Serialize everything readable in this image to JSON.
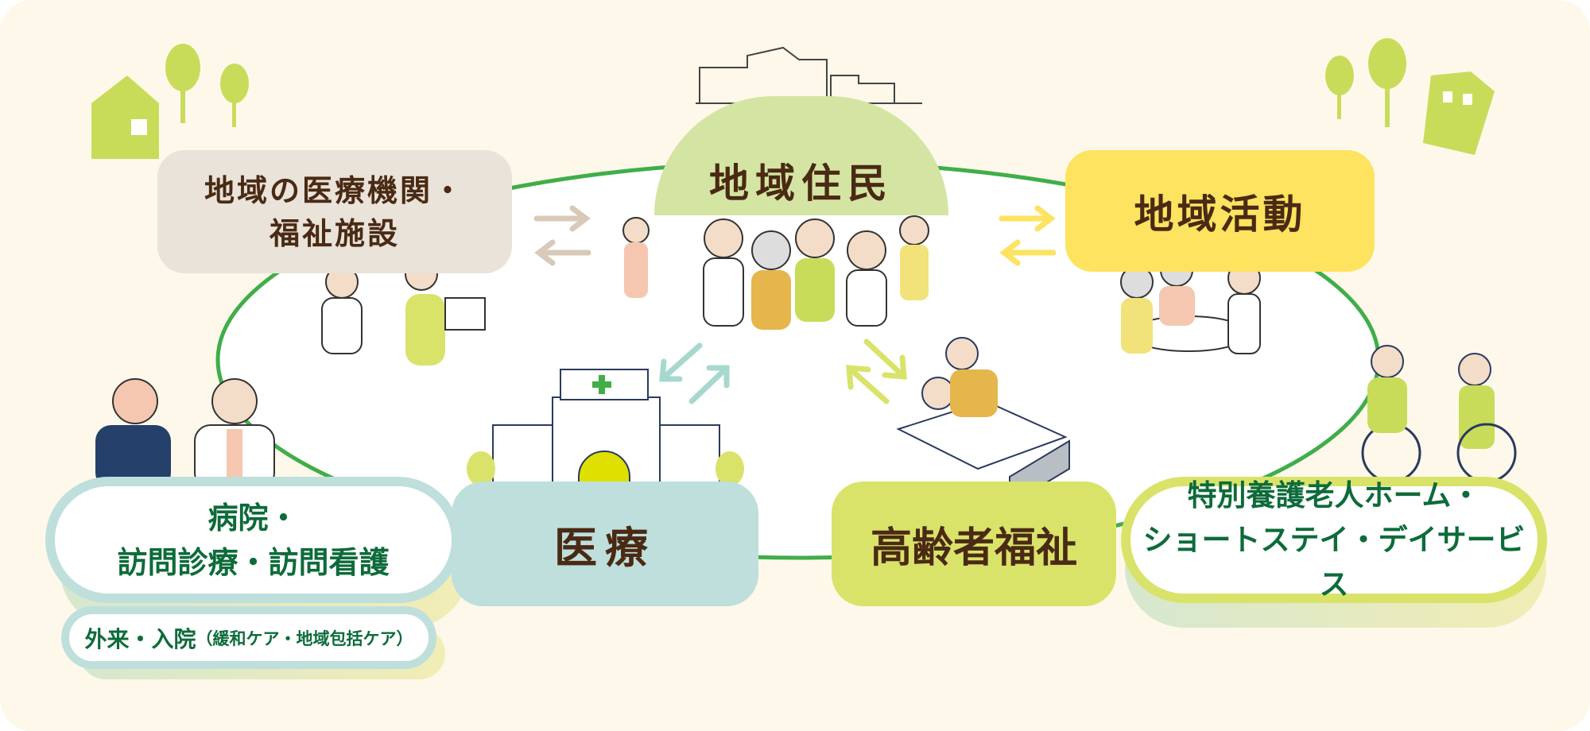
{
  "nodes": {
    "facilities": {
      "line1": "地域の医療機関・",
      "line2": "福祉施設"
    },
    "residents": {
      "label": "地域住民"
    },
    "activities": {
      "label": "地域活動"
    },
    "medical": {
      "label": "医療"
    },
    "elderly_welfare": {
      "label": "高齢者福祉"
    }
  },
  "details": {
    "hospital": {
      "line1": "病院・",
      "line2": "訪問診療・訪問看護"
    },
    "outpatient": {
      "main": "外来・入院",
      "sub": "（緩和ケア・地域包括ケア）"
    },
    "nursing_home": {
      "line1": "特別養護老人ホーム・",
      "line2": "ショートステイ・デイサービス"
    }
  },
  "colors": {
    "background": "#fef8ea",
    "ring": "#3fae49",
    "facilities": "#e9e3d9",
    "residents": "#d4e5a3",
    "activities": "#fde35f",
    "medical": "#bedfdc",
    "elderly_welfare": "#d9e36a",
    "text_brown": "#4a2a14",
    "text_green": "#0d6b3a"
  }
}
